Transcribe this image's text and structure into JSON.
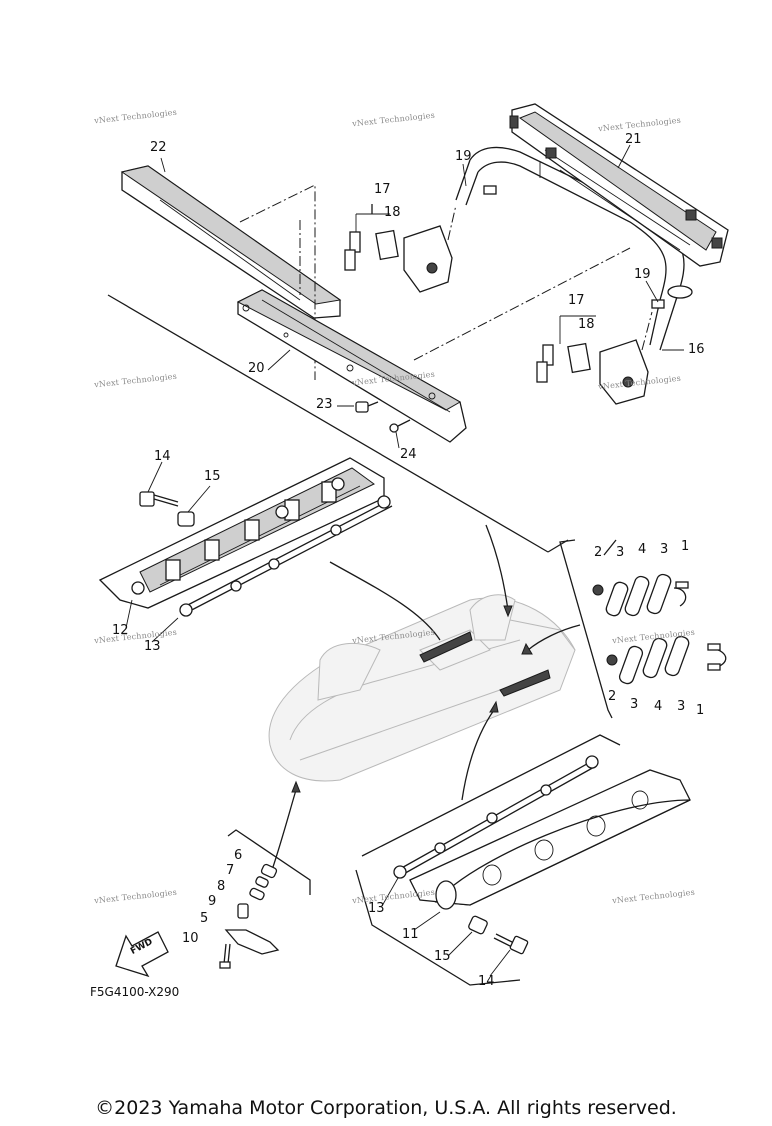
{
  "diagram": {
    "diagram_code": "F5G4100-X290",
    "copyright": "©2023 Yamaha Motor Corporation, U.S.A. All rights reserved.",
    "watermark_text": "vNext Technologies",
    "fwd_label": "FWD",
    "callouts": {
      "c1a": "1",
      "c1b": "1",
      "c2a": "2",
      "c2b": "2",
      "c3a": "3",
      "c3b": "3",
      "c3c": "3",
      "c3d": "3",
      "c4a": "4",
      "c4b": "4",
      "c5": "5",
      "c6": "6",
      "c7": "7",
      "c8": "8",
      "c9": "9",
      "c10": "10",
      "c11": "11",
      "c12": "12",
      "c13a": "13",
      "c13b": "13",
      "c14a": "14",
      "c14b": "14",
      "c15a": "15",
      "c15b": "15",
      "c16": "16",
      "c17a": "17",
      "c17b": "17",
      "c18a": "18",
      "c18b": "18",
      "c19a": "19",
      "c19b": "19",
      "c20": "20",
      "c21": "21",
      "c22": "22",
      "c23": "23",
      "c24": "24"
    }
  }
}
